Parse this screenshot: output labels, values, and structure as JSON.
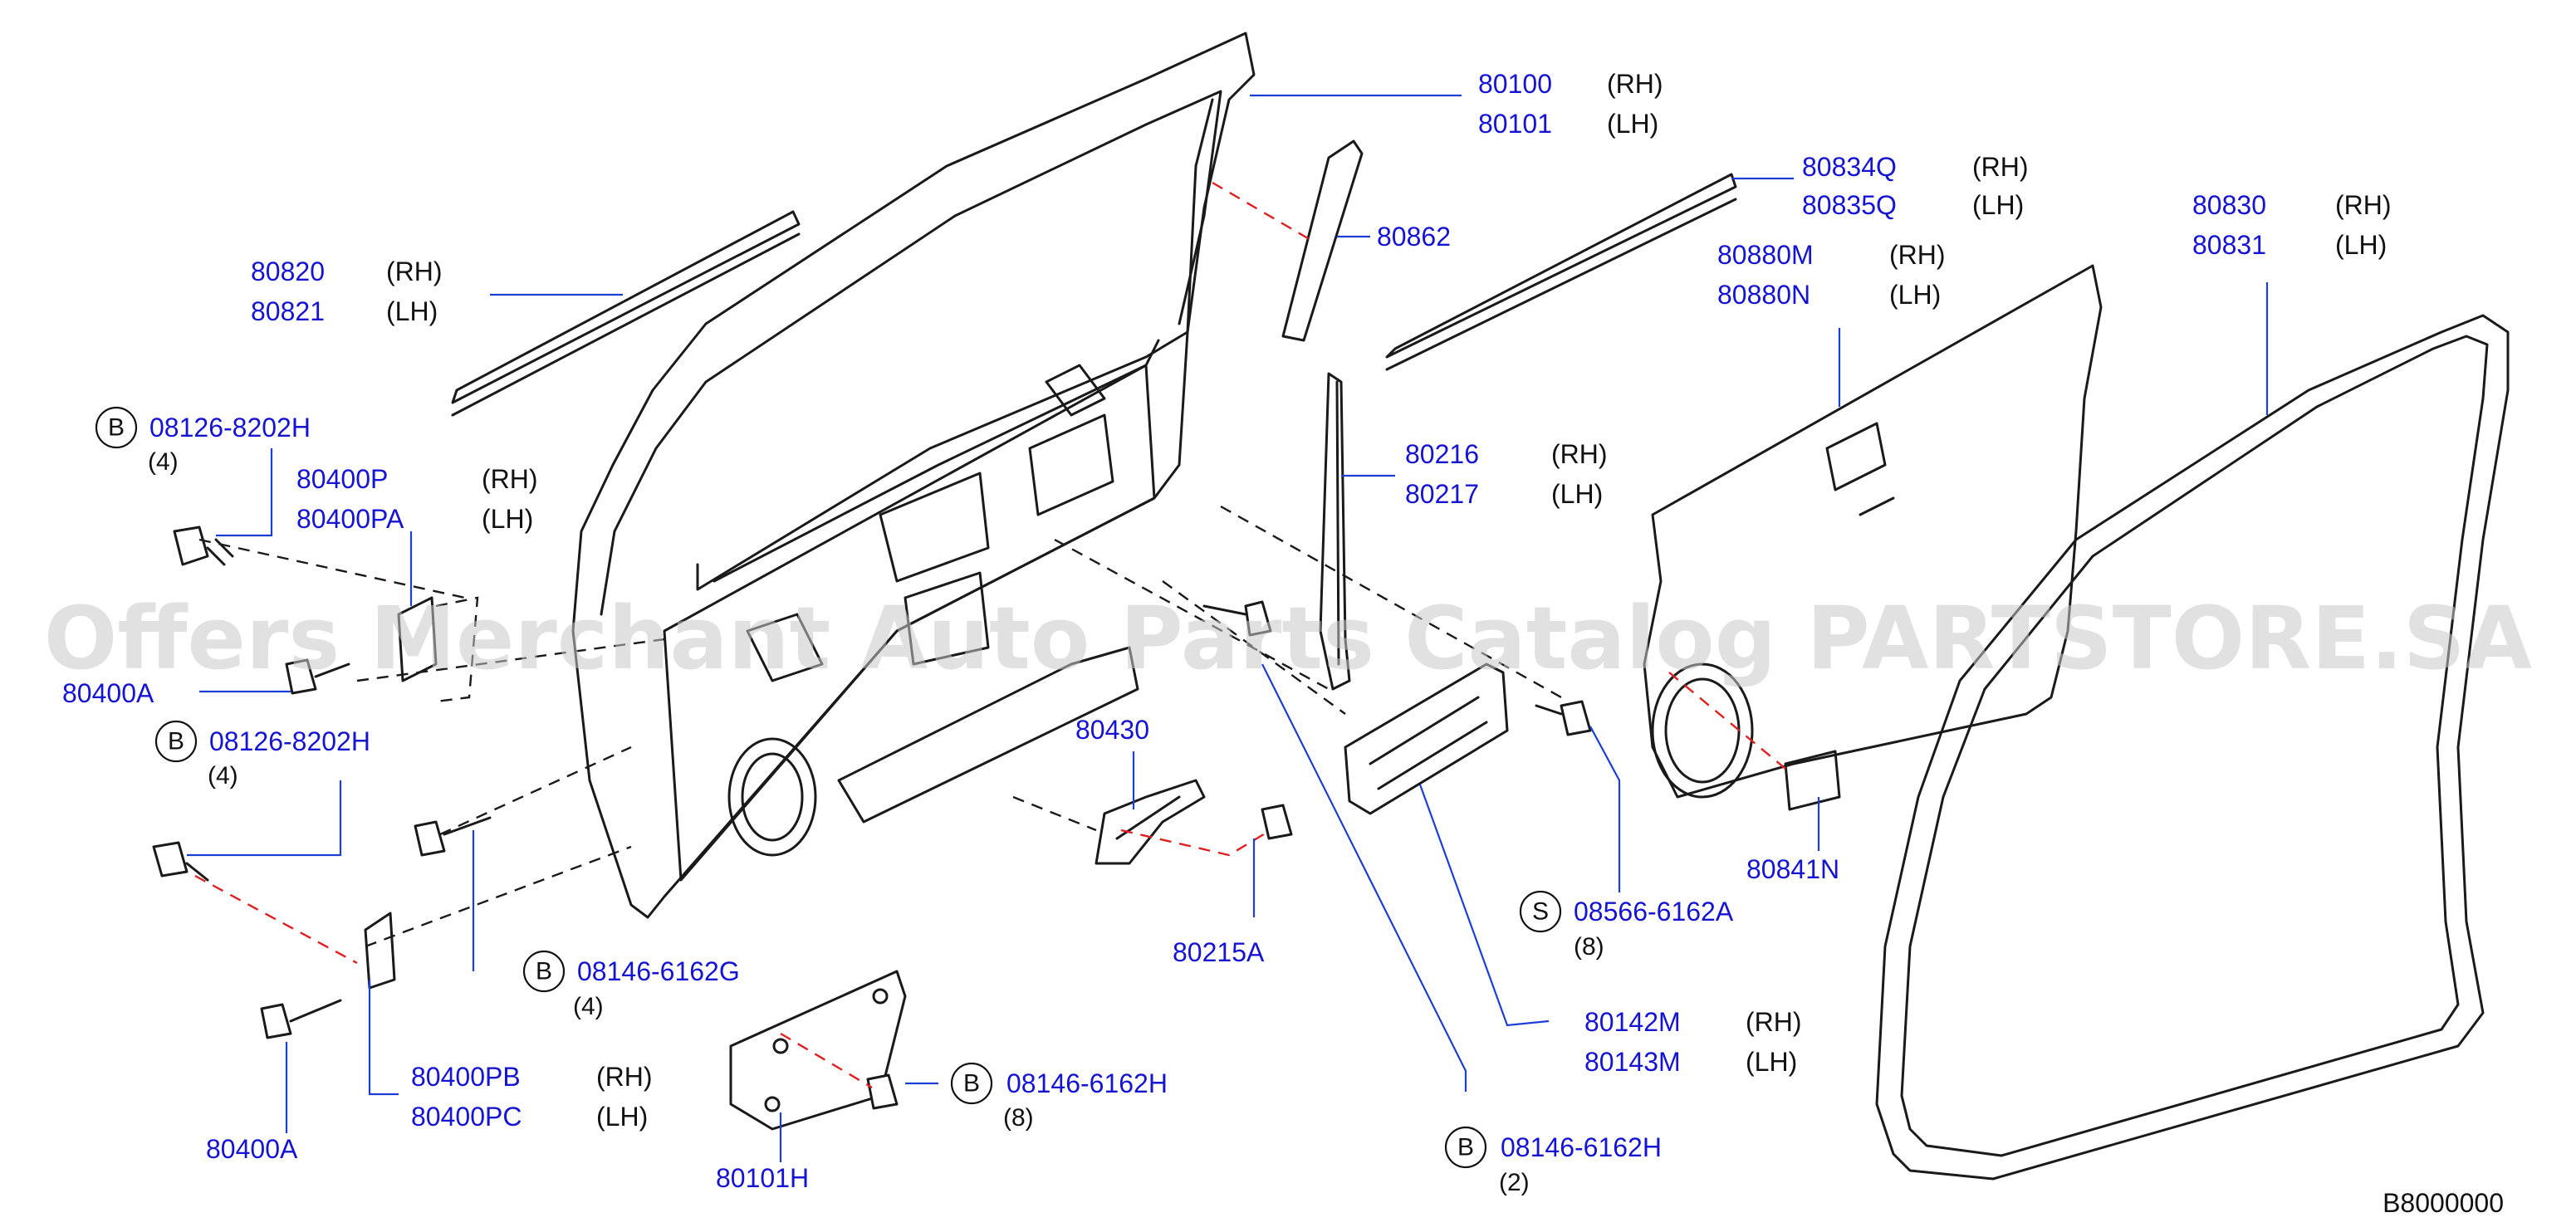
{
  "watermark": "Offers Merchant Auto Parts Catalog PARTSTORE.SA",
  "diagram_code": "B8000000",
  "callouts": [
    {
      "part": "80100",
      "side": "(RH)"
    },
    {
      "part": "80101",
      "side": "(LH)"
    },
    {
      "part": "80862"
    },
    {
      "part": "80834Q",
      "side": "(RH)"
    },
    {
      "part": "80835Q",
      "side": "(LH)"
    },
    {
      "part": "80830",
      "side": "(RH)"
    },
    {
      "part": "80831",
      "side": "(LH)"
    },
    {
      "part": "80880M",
      "side": "(RH)"
    },
    {
      "part": "80880N",
      "side": "(LH)"
    },
    {
      "part": "80820",
      "side": "(RH)"
    },
    {
      "part": "80821",
      "side": "(LH)"
    },
    {
      "part": "08126-8202H",
      "badge": "B",
      "qty": "(4)"
    },
    {
      "part": "80400P",
      "side": "(RH)"
    },
    {
      "part": "80400PA",
      "side": "(LH)"
    },
    {
      "part": "80400A"
    },
    {
      "part": "08126-8202H",
      "badge": "B",
      "qty": "(4)"
    },
    {
      "part": "80216",
      "side": "(RH)"
    },
    {
      "part": "80217",
      "side": "(LH)"
    },
    {
      "part": "80430"
    },
    {
      "part": "80215A"
    },
    {
      "part": "08146-6162G",
      "badge": "B",
      "qty": "(4)"
    },
    {
      "part": "80841N"
    },
    {
      "part": "08566-6162A",
      "badge": "S",
      "qty": "(8)"
    },
    {
      "part": "80142M",
      "side": "(RH)"
    },
    {
      "part": "80143M",
      "side": "(LH)"
    },
    {
      "part": "80400PB",
      "side": "(RH)"
    },
    {
      "part": "80400PC",
      "side": "(LH)"
    },
    {
      "part": "08146-6162H",
      "badge": "B",
      "qty": "(8)"
    },
    {
      "part": "80400A"
    },
    {
      "part": "80101H"
    },
    {
      "part": "08146-6162H",
      "badge": "B",
      "qty": "(2)"
    }
  ]
}
